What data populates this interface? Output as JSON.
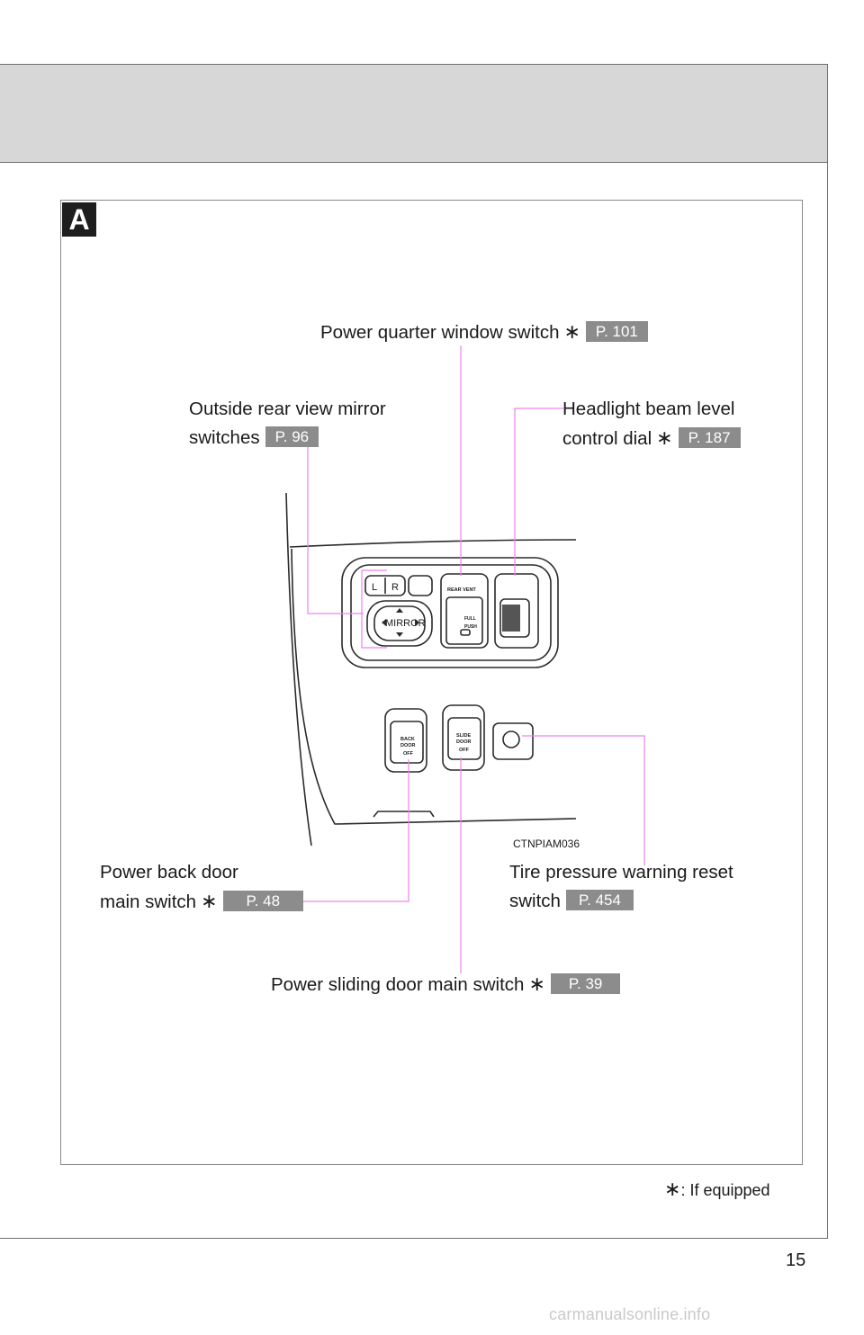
{
  "section": {
    "letter": "A"
  },
  "labels": {
    "quarter_window": {
      "text": "Power quarter window switch",
      "star": "∗",
      "ref": "P. 101"
    },
    "mirror": {
      "line1": "Outside rear view mirror",
      "line2": "switches",
      "ref": "P. 96"
    },
    "headlight": {
      "line1": "Headlight beam level",
      "line2": "control dial",
      "star": "∗",
      "ref": "P. 187"
    },
    "back_door": {
      "line1": "Power back door",
      "line2": "main switch",
      "star": "∗",
      "ref": "P. 48"
    },
    "tire_pressure": {
      "line1": "Tire pressure warning reset",
      "line2": "switch",
      "ref": "P. 454"
    },
    "sliding_door": {
      "text": "Power sliding door main switch",
      "star": "∗",
      "ref": "P. 39"
    }
  },
  "illustration": {
    "code": "CTNPIAM036",
    "mirror_text": "MIRROR",
    "mirror_l": "L",
    "mirror_r": "R",
    "rear_vent_text": "REAR VENT",
    "full_text": "FULL",
    "push_text": "PUSH",
    "back_door_button": [
      "BACK",
      "DOOR",
      "OFF"
    ],
    "slide_door_button": [
      "SLIDE",
      "DOOR",
      "OFF"
    ],
    "leader_color": "#ee82ee"
  },
  "footnote": {
    "star": "∗",
    "text": ": If equipped"
  },
  "page_number": "15",
  "watermark": "carmanualsonline.info"
}
